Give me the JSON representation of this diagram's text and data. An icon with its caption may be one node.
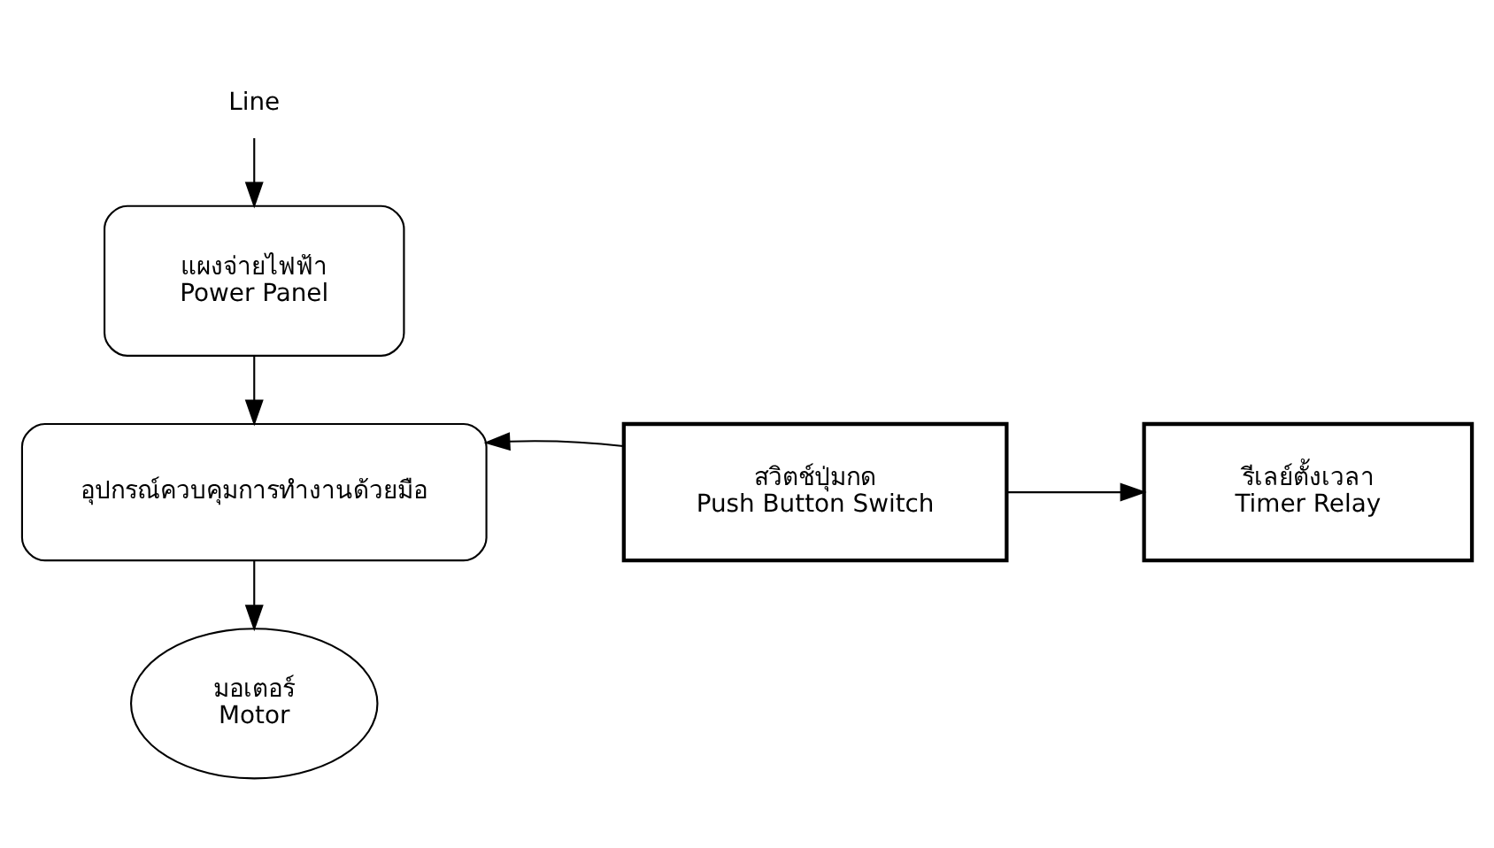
{
  "diagram": {
    "nodes": [
      {
        "text": [
          "Line"
        ]
      },
      {
        "text": [
          "แผงจ่ายไฟฟ้า",
          "Power Panel"
        ]
      },
      {
        "text": [
          "อุปกรณ์ควบคุมการทำงานด้วยมือ"
        ]
      },
      {
        "text": [
          "สวิตช์ปุ่มกด",
          "Push Button Switch"
        ]
      },
      {
        "text": [
          "รีเลย์ตั้งเวลา",
          "Timer Relay"
        ]
      },
      {
        "text": [
          "มอเตอร์",
          "Motor"
        ]
      }
    ],
    "edges": [
      {
        "from": 0,
        "to": 1,
        "arrow": "to"
      },
      {
        "from": 1,
        "to": 2,
        "arrow": "to"
      },
      {
        "from": 3,
        "to": 2,
        "arrow": "to"
      },
      {
        "from": 3,
        "to": 4,
        "arrow": "to"
      },
      {
        "from": 2,
        "to": 5,
        "arrow": "to"
      }
    ]
  }
}
